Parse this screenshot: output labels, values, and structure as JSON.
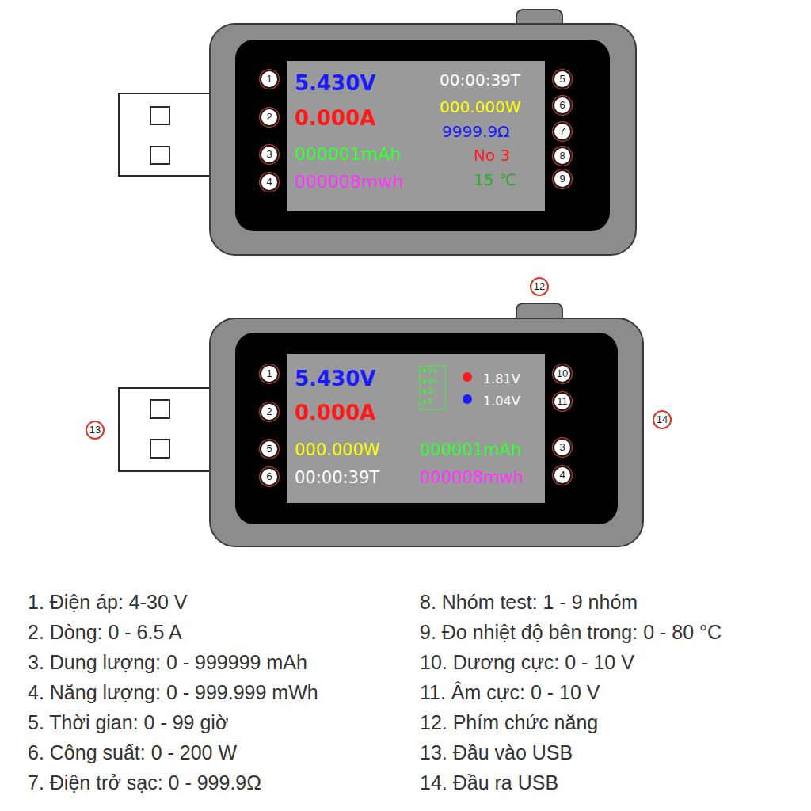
{
  "diagram": {
    "nodes": [
      {
        "text": [
          "5.430V",
          "0.000A",
          "000001mAh",
          "000008mwh",
          "00:00:39T",
          "000.000W",
          "9999.9Ω",
          "No 3",
          "15 ℃"
        ]
      },
      {
        "text": [
          "5.430V",
          "0.000A",
          "000.000W",
          "00:00:39T",
          "000001mAh",
          "000008mwh",
          "V+",
          "D+",
          "D-",
          "V-",
          "1.81V",
          "1.04V"
        ]
      }
    ],
    "edges": [],
    "labels": [
      "1",
      "2",
      "3",
      "4",
      "5",
      "6",
      "7",
      "8",
      "9",
      "12",
      "1",
      "2",
      "5",
      "6",
      "10",
      "11",
      "3",
      "4",
      "13",
      "14",
      "1. Điện áp: 4-30 V",
      "2. Dòng: 0 - 6.5 A",
      "3. Dung lượng: 0 - 999999 mAh",
      "4. Năng lượng: 0 - 999.999 mWh",
      "5. Thời gian: 0 - 99 giờ",
      "6. Công suất: 0 - 200 W",
      "7. Điện trở sạc: 0 - 999.9Ω",
      "8. Nhóm test: 1 - 9 nhóm",
      "9. Đo nhiệt độ bên trong: 0 - 80 °C",
      "10. Dương cực: 0 - 10 V",
      "11. Âm cực: 0 - 10 V",
      "12. Phím chức năng",
      "13. Đầu vào USB",
      "14. Đầu ra USB"
    ]
  }
}
